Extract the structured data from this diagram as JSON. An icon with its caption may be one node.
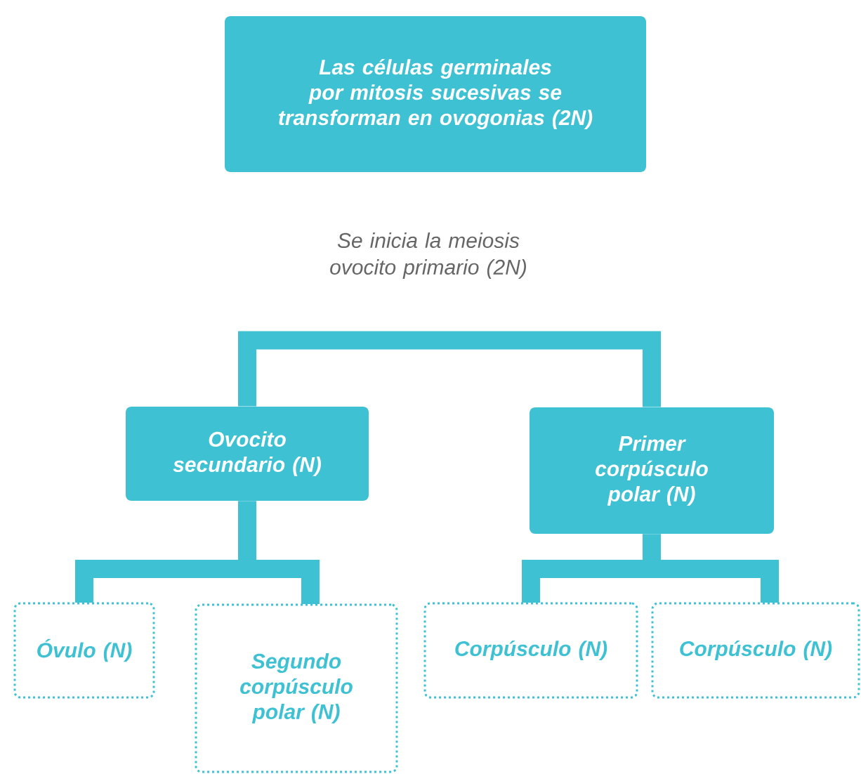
{
  "diagram": {
    "nodes": [
      {
        "text": [
          "Las células germinales por mitosis sucesivas se transforman en ovogonias (2N)"
        ]
      },
      {
        "text": [
          "Se inicia la meiosis ovocito primario (2N)"
        ]
      },
      {
        "text": [
          "Ovocito secundario (N)"
        ]
      },
      {
        "text": [
          "Primer corpúsculo polar (N)"
        ]
      },
      {
        "text": [
          "Óvulo (N)"
        ]
      },
      {
        "text": [
          "Segundo corpúsculo polar (N)"
        ]
      },
      {
        "text": [
          "Corpúsculo (N)"
        ]
      },
      {
        "text": [
          "Corpúsculo (N)"
        ]
      }
    ],
    "edges": [
      {
        "from": 2,
        "to": 3,
        "arrow": "none"
      },
      {
        "from": 2,
        "to": 4,
        "arrow": "none"
      },
      {
        "from": 2,
        "to": 5,
        "arrow": "none"
      },
      {
        "from": 3,
        "to": 6,
        "arrow": "none"
      },
      {
        "from": 3,
        "to": 7,
        "arrow": "none"
      }
    ]
  }
}
